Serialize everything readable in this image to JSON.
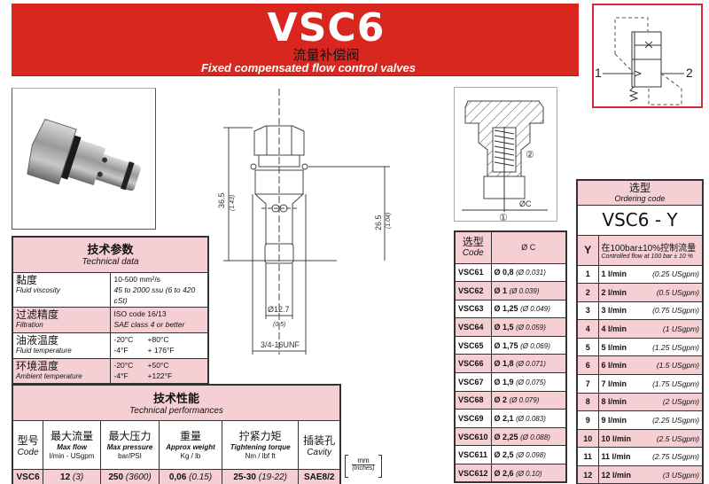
{
  "header": {
    "model": "VSC6",
    "title_cn": "流量补偿阀",
    "title_en": "Fixed compensated flow control valves",
    "brand_color": "#d9261f"
  },
  "symbol": {
    "port_1": "1",
    "port_2": "2"
  },
  "drawing": {
    "height_total": "36.5",
    "height_total_in": "(1.43)",
    "height_body": "26.5",
    "height_body_in": "(1.04)",
    "diameter": "Ø12.7",
    "diameter_in": "(0.5)",
    "thread": "3/4-16UNF"
  },
  "section": {
    "port_1": "①",
    "port_2": "②",
    "orifice": "ØC"
  },
  "technical_data": {
    "title_cn": "技术参数",
    "title_en": "Technical data",
    "rows": [
      {
        "label_cn": "黏度",
        "label_en": "Fluid viscosity",
        "value1": "10-500 mm²/s",
        "value2": "45 to 2000 ssu (6 to 420 cSt)"
      },
      {
        "label_cn": "过滤精度",
        "label_en": "Filtration",
        "value1": "ISO code 16/13",
        "value2": "SAE class 4 or better"
      },
      {
        "label_cn": "油液温度",
        "label_en": "Fluid temperature",
        "v1a": "-20°C",
        "v1b": "+80°C",
        "v2a": "-4°F",
        "v2b": "+ 176°F"
      },
      {
        "label_cn": "环境温度",
        "label_en": "Ambient temperature",
        "v1a": "-20°C",
        "v1b": "+50°C",
        "v2a": "-4°F",
        "v2b": "+122°F"
      }
    ]
  },
  "performances": {
    "title_cn": "技术性能",
    "title_en": "Technical performances",
    "columns": [
      {
        "cn": "型号",
        "en": "Code",
        "unit": ""
      },
      {
        "cn": "最大流量",
        "en": "Max flow",
        "unit": "l/min - USgpm"
      },
      {
        "cn": "最大压力",
        "en": "Max pressure",
        "unit": "bar/PSI"
      },
      {
        "cn": "重量",
        "en": "Approx weight",
        "unit": "Kg / lb"
      },
      {
        "cn": "拧紧力矩",
        "en": "Tightening torque",
        "unit": "Nm / lbf ft"
      },
      {
        "cn": "插装孔",
        "en": "Cavity",
        "unit": ""
      }
    ],
    "row": {
      "code": "VSC6",
      "flow": "12",
      "flow_us": "(3)",
      "pressure": "250",
      "pressure_us": "(3600)",
      "weight": "0,06",
      "weight_us": "(0.15)",
      "torque": "25-30",
      "torque_us": "(19-22)",
      "cavity": "SAE8/2"
    }
  },
  "units": {
    "metric": "mm",
    "imperial": "(Inches)"
  },
  "codes_table": {
    "header_cn": "选型",
    "header_en": "Code",
    "header_c": "Ø C",
    "rows": [
      {
        "code": "VSC61",
        "mm": "Ø 0,8",
        "in": "(Ø 0.031)"
      },
      {
        "code": "VSC62",
        "mm": "Ø 1",
        "in": "(Ø 0.039)"
      },
      {
        "code": "VSC63",
        "mm": "Ø 1,25",
        "in": "(Ø 0.049)"
      },
      {
        "code": "VSC64",
        "mm": "Ø 1,5",
        "in": "(Ø 0.059)"
      },
      {
        "code": "VSC65",
        "mm": "Ø 1,75",
        "in": "(Ø 0.069)"
      },
      {
        "code": "VSC66",
        "mm": "Ø 1,8",
        "in": "(Ø 0.071)"
      },
      {
        "code": "VSC67",
        "mm": "Ø 1,9",
        "in": "(Ø 0.075)"
      },
      {
        "code": "VSC68",
        "mm": "Ø 2",
        "in": "(Ø 0.079)"
      },
      {
        "code": "VSC69",
        "mm": "Ø 2,1",
        "in": "(Ø 0.083)"
      },
      {
        "code": "VSC610",
        "mm": "Ø 2,25",
        "in": "(Ø 0.088)"
      },
      {
        "code": "VSC611",
        "mm": "Ø 2,5",
        "in": "(Ø 0.098)"
      },
      {
        "code": "VSC612",
        "mm": "Ø 2,6",
        "in": "(Ø 0.10)"
      }
    ]
  },
  "ordering": {
    "title_cn": "选型",
    "title_en": "Ordering code",
    "code": "VSC6 - Y",
    "col_y": "Y",
    "col_desc_cn": "在100bar±10%控制流量",
    "col_desc_en": "Controlled flow at 100 bar ± 10 %",
    "rows": [
      {
        "y": "1",
        "flow": "1 l/min",
        "us": "(0.25 USgpm)"
      },
      {
        "y": "2",
        "flow": "2 l/min",
        "us": "(0.5 USgpm)"
      },
      {
        "y": "3",
        "flow": "3 l/min",
        "us": "(0.75 USgpm)"
      },
      {
        "y": "4",
        "flow": "4 l/min",
        "us": "(1 USgpm)"
      },
      {
        "y": "5",
        "flow": "5 l/min",
        "us": "(1.25 USgpm)"
      },
      {
        "y": "6",
        "flow": "6 l/min",
        "us": "(1.5 USgpm)"
      },
      {
        "y": "7",
        "flow": "7 l/min",
        "us": "(1.75 USgpm)"
      },
      {
        "y": "8",
        "flow": "8 l/min",
        "us": "(2 USgpm)"
      },
      {
        "y": "9",
        "flow": "9 l/min",
        "us": "(2.25 USgpm)"
      },
      {
        "y": "10",
        "flow": "10 l/min",
        "us": "(2.5 USgpm)"
      },
      {
        "y": "11",
        "flow": "11 l/min",
        "us": "(2.75 USgpm)"
      },
      {
        "y": "12",
        "flow": "12 l/min",
        "us": "(3 USgpm)"
      }
    ]
  }
}
